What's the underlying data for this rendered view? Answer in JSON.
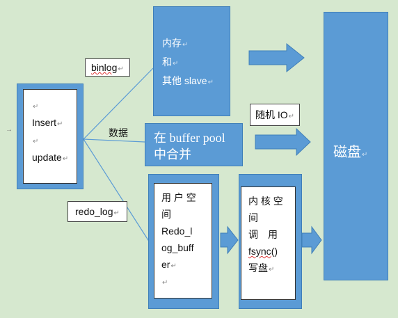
{
  "marks": {
    "enter": "↵",
    "margin": "→"
  },
  "source_box": {
    "insert": "Insert",
    "update": "update"
  },
  "binlog_label": "binlog",
  "redo_log_label": "redo_log",
  "data_label": "数据",
  "memory_box": {
    "line1": "内存",
    "line2": "和",
    "line3": "其他 slave"
  },
  "buffer_pool_box": {
    "line1": "在 buffer pool",
    "line2": "中合并"
  },
  "random_io_label": "随机 IO",
  "disk_box": {
    "label": "磁盘"
  },
  "user_space_box": {
    "line1": "用 户 空",
    "line2": "间",
    "line3": "Redo_l",
    "line4": "og_buff",
    "line5": "er"
  },
  "kernel_box": {
    "line1": "内 核 空",
    "line2": "间",
    "line3": "调　用",
    "line4": "fsync",
    "line5": "()",
    "line6": "写盘"
  },
  "colors": {
    "box_blue": "#5b9bd5",
    "background": "#d6e8cf",
    "arrow_line": "#5b9bd5"
  }
}
